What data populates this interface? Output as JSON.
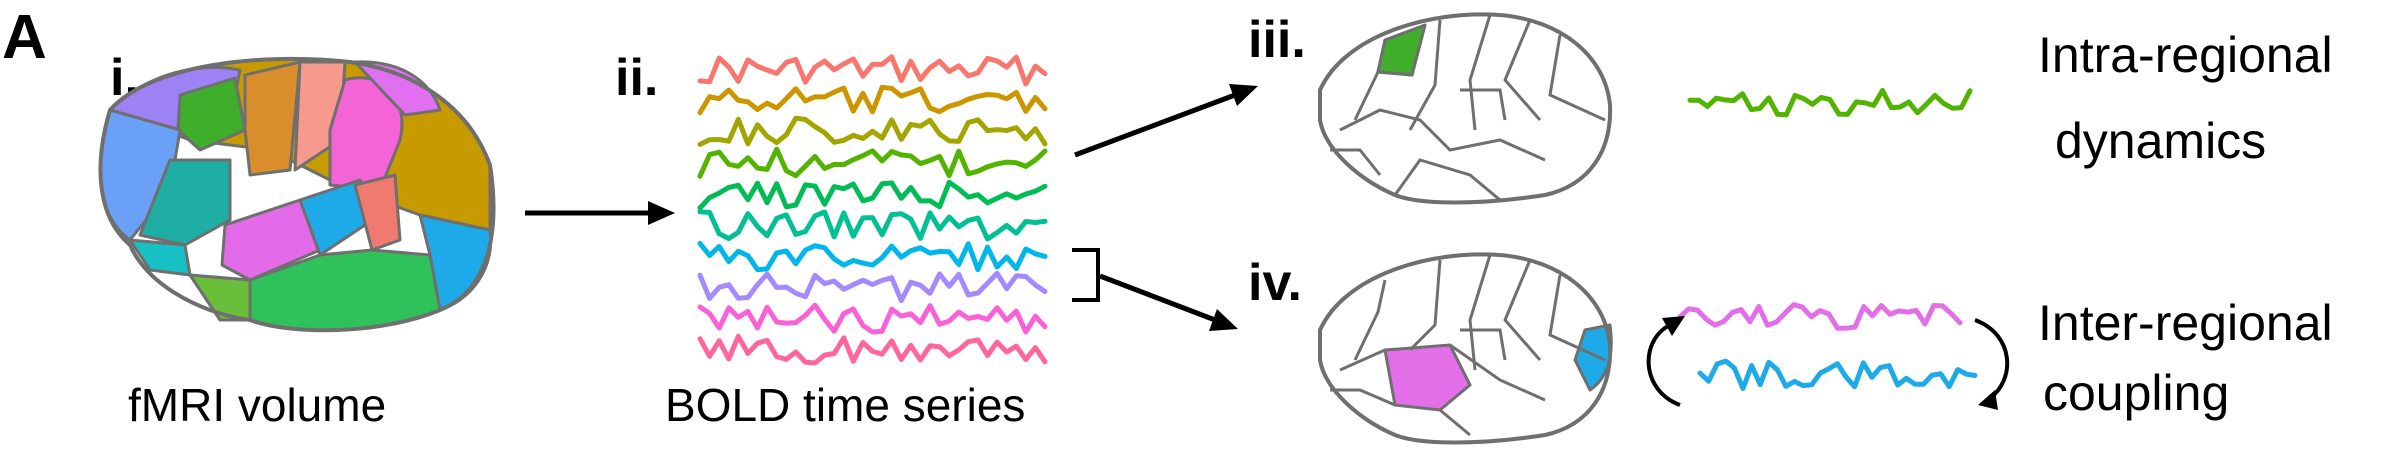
{
  "panel_letter": "A",
  "steps": {
    "i": {
      "label": "i.",
      "caption": "fMRI volume"
    },
    "ii": {
      "label": "ii.",
      "caption": "BOLD time series"
    },
    "iii": {
      "label": "iii.",
      "side_line1": "Intra-regional",
      "side_line2": "dynamics"
    },
    "iv": {
      "label": "iv.",
      "side_line1": "Inter-regional",
      "side_line2": "coupling"
    }
  },
  "colors": {
    "series": [
      "#f8766d",
      "#cd9600",
      "#a3a500",
      "#53b400",
      "#00bc56",
      "#00c094",
      "#00b6eb",
      "#a58aff",
      "#fb61d7",
      "#ff6699"
    ],
    "intra_trace": "#53b400",
    "coupling_top": "#e26fe8",
    "coupling_bottom": "#1ea9e8",
    "outline": "#6f6f6f",
    "region_green": "#3fae2a",
    "region_magenta": "#e26fe8",
    "region_cyan": "#1ea9e8"
  },
  "icons": [
    "brain-parcellation",
    "brain-outline",
    "right-arrow",
    "bracket",
    "curved-arrow"
  ]
}
